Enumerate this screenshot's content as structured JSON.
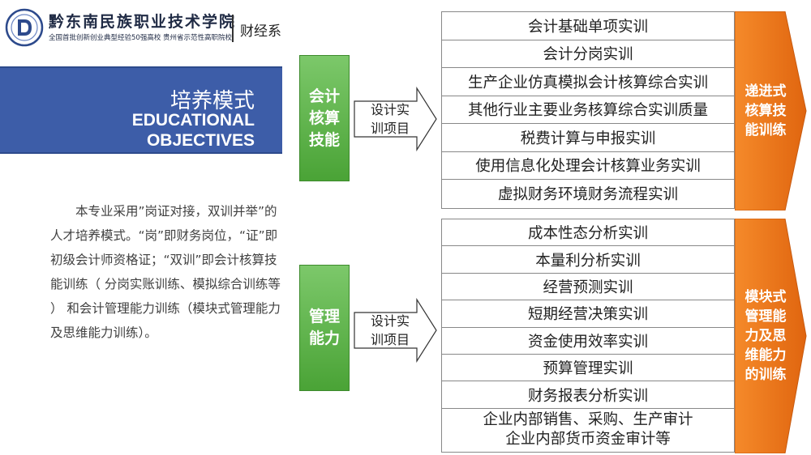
{
  "header": {
    "school_name": "黔东南民族职业技术学院",
    "school_subtitle": "全国首批创新创业典型经验50强高校 贵州省示范性高职院校",
    "department": "财经系"
  },
  "title": {
    "cn": "培养模式",
    "en_line1": "EDUCATIONAL",
    "en_line2": "OBJECTIVES"
  },
  "description": "本专业采用”岗证对接，双训并举”的 人才培养模式。“岗”即财务岗位，“证”即 初级会计师资格证；“双训”即会计核算技能训练（ 分岗实账训练、模拟综合训练等 ） 和会计管理能力训练（模块式管理能力及思维能力训练）。",
  "sections": [
    {
      "category_line1": "会计",
      "category_line2": "核算",
      "category_line3": "技能",
      "arrow_line1": "设计实",
      "arrow_line2": "训项目",
      "items": [
        "会计基础单项实训",
        "会计分岗实训",
        "生产企业仿真模拟会计核算综合实训",
        "其他行业主要业务核算综合实训质量",
        "税费计算与申报实训",
        "使用信息化处理会计核算业务实训",
        "虚拟财务环境财务流程实训"
      ],
      "summary_line1": "递进式",
      "summary_line2": "核算技",
      "summary_line3": "能训练"
    },
    {
      "category_line1": "管理",
      "category_line2": "能力",
      "arrow_line1": "设计实",
      "arrow_line2": "训项目",
      "items": [
        "成本性态分析实训",
        "本量利分析实训",
        "经营预测实训",
        "短期经营决策实训",
        "资金使用效率实训",
        "预算管理实训",
        "财务报表分析实训"
      ],
      "last_item_line1": "企业内部销售、采购、生产审计",
      "last_item_line2": "企业内部货币资金审计等",
      "summary_line1": "模块式",
      "summary_line2": "管理能",
      "summary_line3": "力及思",
      "summary_line4": "维能力",
      "summary_line5": "的训练"
    }
  ],
  "colors": {
    "title_band": "#3d5da8",
    "green": "#4aa336",
    "orange": "#f07a20"
  }
}
